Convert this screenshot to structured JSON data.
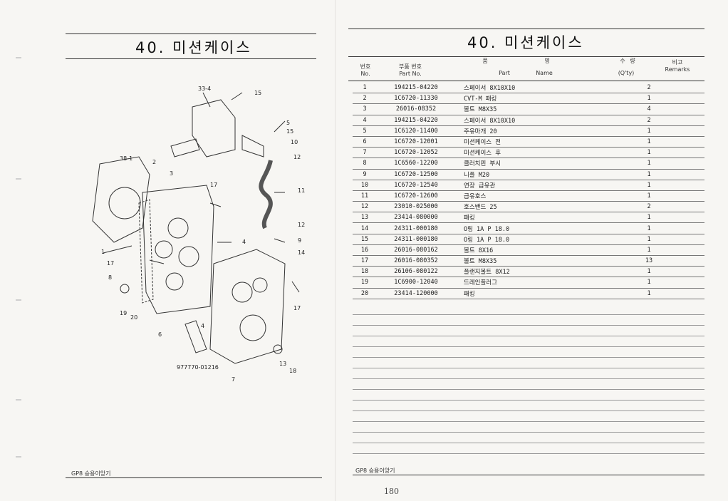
{
  "left_page": {
    "title": "40. 미션케이스",
    "footer": "GP8 승용이앙기",
    "diagram": {
      "callouts": [
        "33-4",
        "15",
        "5",
        "15",
        "10",
        "12",
        "11",
        "12",
        "9",
        "14",
        "17",
        "4",
        "38-1",
        "2",
        "3",
        "1",
        "17",
        "8",
        "19",
        "20",
        "6",
        "4",
        "7",
        "13",
        "18",
        "17"
      ],
      "part_number_label": "977770-01216"
    }
  },
  "right_page": {
    "title": "40. 미션케이스",
    "headers": {
      "no_ko": "번호",
      "no_en": "No.",
      "part_no_ko": "부품 번호",
      "part_no_en": "Part No.",
      "name_ko_1": "품",
      "name_ko_2": "명",
      "name_en_1": "Part",
      "name_en_2": "Name",
      "qty_ko_1": "수",
      "qty_ko_2": "량",
      "qty_en": "(Q'ty)",
      "remarks_ko": "비고",
      "remarks_en": "Remarks"
    },
    "rows": [
      {
        "no": "1",
        "part_no": "194215-04220",
        "name": "스페이서 8X10X10",
        "qty": "2"
      },
      {
        "no": "2",
        "part_no": "1C6720-11330",
        "name": "CVT-M 패킹",
        "qty": "1"
      },
      {
        "no": "3",
        "part_no": "26016-08352",
        "name": "볼트 M8X35",
        "qty": "4"
      },
      {
        "no": "4",
        "part_no": "194215-04220",
        "name": "스페이서 8X10X10",
        "qty": "2"
      },
      {
        "no": "5",
        "part_no": "1C6120-11400",
        "name": "주유마개 20",
        "qty": "1"
      },
      {
        "no": "6",
        "part_no": "1C6720-12001",
        "name": "미션케이스 전",
        "qty": "1"
      },
      {
        "no": "7",
        "part_no": "1C6720-12052",
        "name": "미션케이스 후",
        "qty": "1"
      },
      {
        "no": "8",
        "part_no": "1C6560-12200",
        "name": "클러치핀 부시",
        "qty": "1"
      },
      {
        "no": "9",
        "part_no": "1C6720-12500",
        "name": "니플 M20",
        "qty": "1"
      },
      {
        "no": "10",
        "part_no": "1C6720-12540",
        "name": "연장 급유관",
        "qty": "1"
      },
      {
        "no": "11",
        "part_no": "1C6720-12600",
        "name": "급유호스",
        "qty": "1"
      },
      {
        "no": "12",
        "part_no": "23010-025000",
        "name": "호스밴드 25",
        "qty": "2"
      },
      {
        "no": "13",
        "part_no": "23414-080000",
        "name": "패킹",
        "qty": "1"
      },
      {
        "no": "14",
        "part_no": "24311-000180",
        "name": "O링 1A P 18.0",
        "qty": "1"
      },
      {
        "no": "15",
        "part_no": "24311-000180",
        "name": "O링 1A P 18.0",
        "qty": "1"
      },
      {
        "no": "16",
        "part_no": "26016-080162",
        "name": "볼트 8X16",
        "qty": "1"
      },
      {
        "no": "17",
        "part_no": "26016-080352",
        "name": "볼트 M8X35",
        "qty": "13"
      },
      {
        "no": "18",
        "part_no": "26106-080122",
        "name": "플랜지볼트 8X12",
        "qty": "1"
      },
      {
        "no": "19",
        "part_no": "1C6900-12040",
        "name": "드레인플러그",
        "qty": "1"
      },
      {
        "no": "20",
        "part_no": "23414-120000",
        "name": "패킹",
        "qty": "1"
      }
    ],
    "footer": "GP8 승용이앙기"
  },
  "page_number": "180"
}
